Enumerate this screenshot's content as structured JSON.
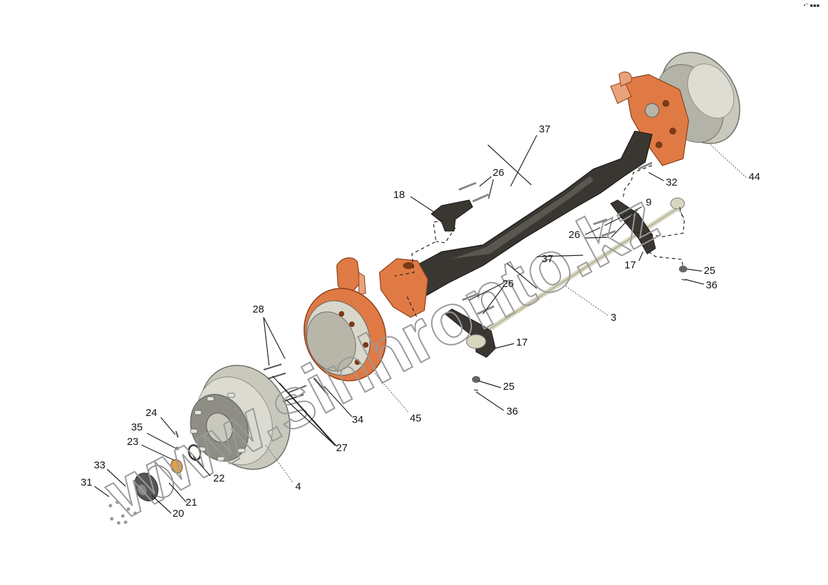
{
  "corner_mark": "•ᴴ ▪▪▪",
  "watermark": "www.sinhronto.kz",
  "callouts": {
    "c44": "44",
    "c37a": "37",
    "c26a": "26",
    "c32": "32",
    "c18": "18",
    "c9": "9",
    "c26b": "26",
    "c37b": "37",
    "c17a": "17",
    "c25a": "25",
    "c36a": "36",
    "c26c": "26",
    "c3": "3",
    "c17b": "17",
    "c28": "28",
    "c25b": "25",
    "c36b": "36",
    "c34": "34",
    "c45": "45",
    "c24": "24",
    "c35": "35",
    "c23": "23",
    "c27": "27",
    "c33": "33",
    "c22": "22",
    "c31": "31",
    "c4": "4",
    "c21": "21",
    "c20": "20"
  },
  "colors": {
    "axle_beam": "#3a3732",
    "knuckle_orange": "#e07a45",
    "drum_gray": "#c9c8bd",
    "drum_dark": "#8f8e85",
    "rod_light": "#d8d6bf",
    "leader": "#222222",
    "watermark_stroke": "#9a9a9a"
  }
}
